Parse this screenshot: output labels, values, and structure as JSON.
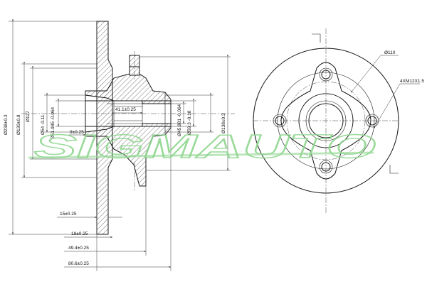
{
  "watermark": "SIGMAUTO",
  "side_view": {
    "diameters": [
      "Ø238±0.3",
      "Ø130±0.8",
      "Ø127",
      "Ø54 -0.11",
      "Ø51.985 -0.064",
      "Ø45.981 -0.064",
      "Ø59.3 -0.18",
      "Ø138±0.3"
    ],
    "lengths": [
      "9±0.25",
      "41.1±0.25",
      "15±0.25",
      "18±0.25",
      "49.4±0.25",
      "80.6±0.25"
    ]
  },
  "front_view": {
    "pcd": "Ø110",
    "studs": "4XM12X1.5"
  },
  "colors": {
    "line": "#1a1a1a",
    "watermark": "#8fd68f"
  }
}
